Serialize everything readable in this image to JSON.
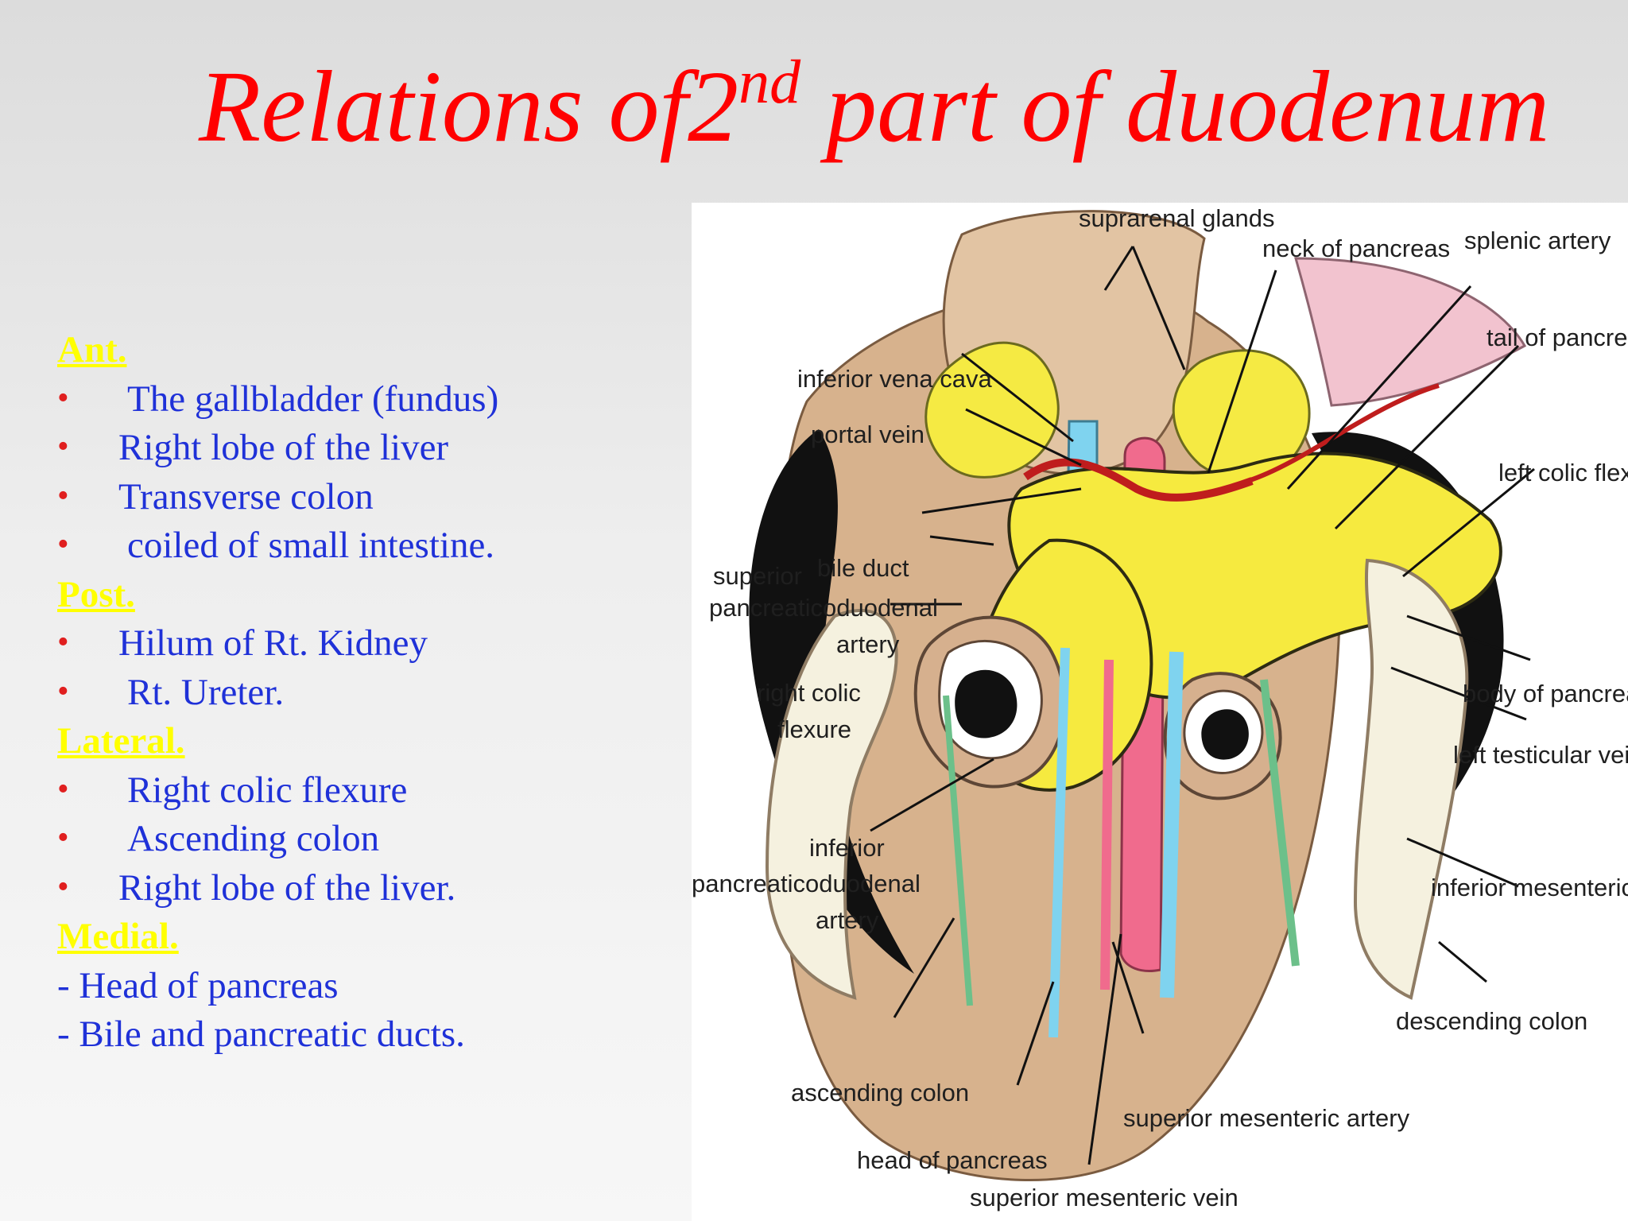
{
  "slide": {
    "title": {
      "before": "Relations of2",
      "sup": "nd",
      "after": " part of duodenum"
    },
    "sections": {
      "ant": {
        "heading": "Ant.",
        "items": [
          "The gallbladder (fundus)",
          "Right lobe of the liver",
          "Transverse colon",
          "coiled of small intestine."
        ]
      },
      "post": {
        "heading": "Post.",
        "items": [
          "Hilum of Rt. Kidney",
          "Rt. Ureter."
        ]
      },
      "lateral": {
        "heading": "Lateral.",
        "items": [
          "Right colic flexure",
          "Ascending colon",
          "Right lobe of the liver."
        ]
      },
      "medial": {
        "heading": "Medial.",
        "items": [
          "- Head of pancreas",
          "- Bile and pancreatic ducts."
        ]
      }
    },
    "bullet_char": "•"
  },
  "diagram": {
    "labels": {
      "suprarenal_glands": "suprarenal glands",
      "neck_of_pancreas": "neck of pancreas",
      "splenic_artery": "splenic artery",
      "tail_of_pancreas": "tail of pancreas",
      "inferior_vena_cava": "inferior vena cava",
      "portal_vein": "portal vein",
      "left_colic_flexure": "left colic flexure",
      "superior": "superior",
      "bile_duct": "bile duct",
      "pancreaticoduodenal_1": "pancreaticoduodenal",
      "artery_1": "artery",
      "right_colic": "right colic",
      "flexure": "flexure",
      "body_of_pancreas": "body of pancreas",
      "left_testicular_vein": "left testicular vein",
      "inferior": "inferior",
      "pancreaticoduodenal_2": "pancreaticoduodenal",
      "artery_2": "artery",
      "inferior_mesenteric_vein": "inferior mesenteric vein",
      "descending_colon": "descending colon",
      "ascending_colon": "ascending colon",
      "superior_mesenteric_artery": "superior mesenteric artery",
      "head_of_pancreas": "head of pancreas",
      "superior_mesenteric_vein": "superior mesenteric vein"
    },
    "colors": {
      "title": "#ff0000",
      "heading": "#ffff00",
      "body_text": "#1f31d8",
      "bullet": "#e01f1f",
      "pancreas": "#f6ea3f",
      "muscle": "#d7b28d",
      "ivc": "#7fd3ef",
      "artery": "#f06b8d",
      "green_vessel": "#6cc08a",
      "black": "#111111"
    }
  }
}
